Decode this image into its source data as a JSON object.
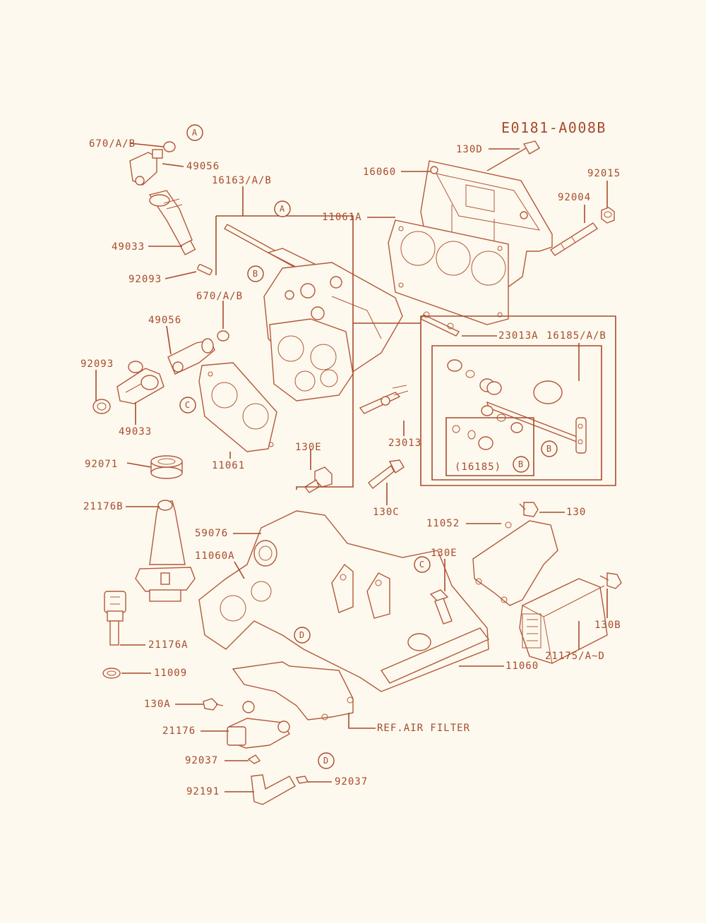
{
  "diagram": {
    "title": "E0181-A008B",
    "colors": {
      "ink": "#a84a2c",
      "paper": "#fdf9ee"
    },
    "labels": {
      "p670_top": "670/A/B",
      "p49056_top": "49056",
      "p16163": "16163/A/B",
      "p49033_top": "49033",
      "p92093_top": "92093",
      "p670_mid": "670/A/B",
      "p49056_mid": "49056",
      "p92093_left": "92093",
      "p49033_bot": "49033",
      "p11061": "11061",
      "p92071": "92071",
      "p130E_a": "130E",
      "p21176B": "21176B",
      "p59076": "59076",
      "p11060A": "11060A",
      "p21176A": "21176A",
      "p11009": "11009",
      "p130A": "130A",
      "p21176": "21176",
      "p92037_a": "92037",
      "p92191": "92191",
      "p92037_b": "92037",
      "p130D": "130D",
      "p16060": "16060",
      "p92015": "92015",
      "p92004": "92004",
      "p11061A": "11061A",
      "p23013A": "23013A",
      "p16185": "16185/A/B",
      "p23013": "23013",
      "p16185_paren": "(16185)",
      "p130C": "130C",
      "p130": "130",
      "p11052": "11052",
      "p130E_b": "130E",
      "p130B": "130B",
      "p21175": "21175/A~D",
      "p11060": "11060",
      "p_ref_air": "REF.AIR FILTER"
    },
    "callouts": {
      "a1": "A",
      "a2": "A",
      "b1": "B",
      "b2": "B",
      "b3": "B",
      "c1": "C",
      "c2": "C",
      "d1": "D",
      "d2": "D"
    }
  }
}
